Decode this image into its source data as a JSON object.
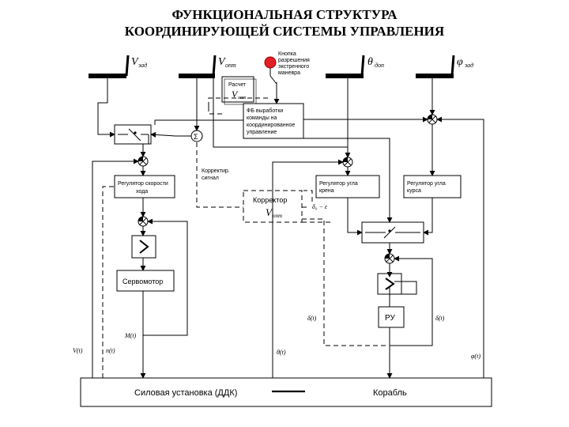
{
  "title": {
    "line1": "ФУНКЦИОНАЛЬНАЯ СТРУКТУРА",
    "line2": "КООРДИНИРУЮЩЕЙ СИСТЕМЫ УПРАВЛЕНИЯ"
  },
  "inputs": {
    "v_sym": "V",
    "v_sub": "зад",
    "vopt_sym": "V",
    "vopt_sub": "опт",
    "theta_sym": "θ",
    "theta_sub": "доп",
    "phi_sym": "φ",
    "phi_sub": "зад"
  },
  "button": {
    "l1": "Кнопка",
    "l2": "разрешения",
    "l3": "экстренного",
    "l4": "маневра"
  },
  "calc": {
    "l1": "Расчет",
    "sym": "V",
    "sub": "опт"
  },
  "fb": {
    "l1": "ФБ выработки",
    "l2": "команды на",
    "l3": "координированное",
    "l4": "управление"
  },
  "corr_signal": {
    "l1": "Корректир.",
    "l2": "сигнал"
  },
  "corrector": {
    "l1": "Корректор",
    "sym": "V",
    "sub": "опт"
  },
  "delta_eps": "δ₀ − ε",
  "speed_reg": {
    "l1": "Регулятор скорости",
    "l2": "хода"
  },
  "roll_reg": {
    "l1": "Регулятор угла",
    "l2": "крена"
  },
  "course_reg": {
    "l1": "Регулятор угла",
    "l2": "курса"
  },
  "servo": "Сервомотор",
  "ru": "РУ",
  "sum_symbol": "Σ",
  "signals": {
    "Mt": "M(t)",
    "Vt": "V(t)",
    "nt": "n(t)",
    "theta_t": "θ(t)",
    "delta1": "δ(t)",
    "delta2": "δ(t)",
    "phi_t": "φ(t)"
  },
  "bottom": {
    "left": "Силовая установка (ДДК)",
    "right": "Корабль"
  },
  "colors": {
    "button": "#e31e24",
    "line": "#000000"
  }
}
